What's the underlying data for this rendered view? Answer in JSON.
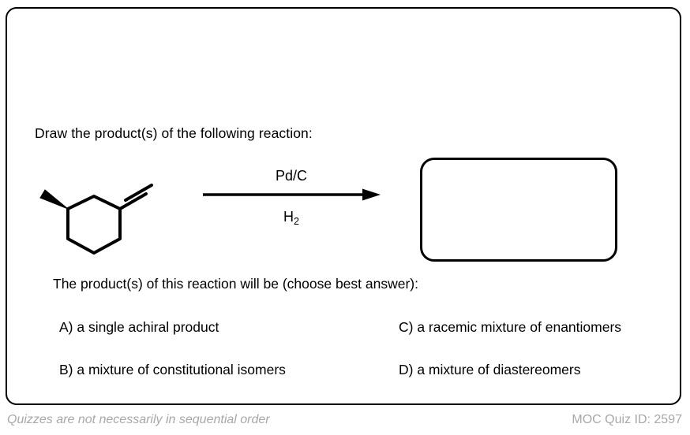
{
  "card": {
    "prompt": "Draw the product(s) of the following reaction:",
    "question": "The product(s) of this reaction will be (choose best answer):"
  },
  "reaction": {
    "reactant": {
      "name": "3-methylmethylenecyclohexane",
      "description": "cyclohexane ring with a bold wedge methyl group at upper-left vertex and an exocyclic methylene double bond at upper-right vertex"
    },
    "arrow": {
      "reagent_above": "Pd/C",
      "reagent_below_formula": "H",
      "reagent_below_subscript": "2",
      "direction": "right"
    },
    "product_box": {
      "content": "",
      "state": "empty"
    }
  },
  "choices": [
    {
      "letter": "A)",
      "label": "A) a single achiral product"
    },
    {
      "letter": "B)",
      "label": "B) a mixture of constitutional isomers"
    },
    {
      "letter": "C)",
      "label": "C) a racemic mixture of enantiomers"
    },
    {
      "letter": "D)",
      "label": "D) a mixture of diastereomers"
    }
  ],
  "footer": {
    "note": "Quizzes are not necessarily in sequential order",
    "quiz_id": "MOC Quiz ID: 2597"
  },
  "colors": {
    "ink": "#000000",
    "background": "#ffffff",
    "footer_gray": "#a8a8a8"
  }
}
